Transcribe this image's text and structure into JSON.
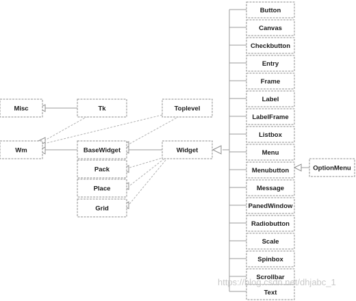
{
  "nodes": {
    "misc": "Misc",
    "tk": "Tk",
    "toplevel": "Toplevel",
    "wm": "Wm",
    "basewidget": "BaseWidget",
    "widget": "Widget",
    "pack": "Pack",
    "place": "Place",
    "grid": "Grid",
    "button": "Button",
    "canvas": "Canvas",
    "checkbutton": "Checkbutton",
    "entry": "Entry",
    "frame": "Frame",
    "label": "Label",
    "labelframe": "LabelFrame",
    "listbox": "Listbox",
    "menu": "Menu",
    "menubutton": "Menubutton",
    "message": "Message",
    "panedwindow": "PanedWindow",
    "radiobutton": "Radiobutton",
    "scale": "Scale",
    "spinbox": "Spinbox",
    "scrollbar": "Scrollbar",
    "text": "Text",
    "optionmenu": "OptionMenu"
  },
  "watermark": "https://blog.csdn.net/dhjabc_1"
}
